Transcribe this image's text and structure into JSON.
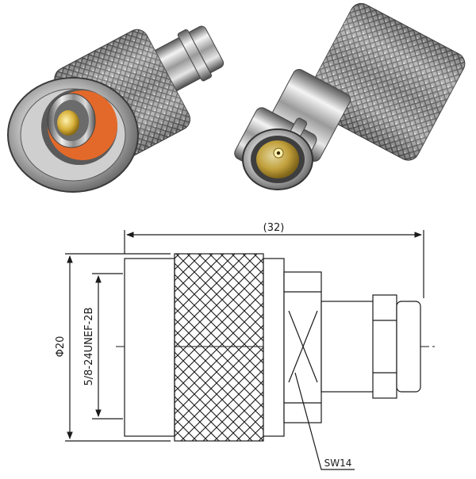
{
  "photos": [
    {
      "view": "N male plug end with inner pin"
    },
    {
      "view": "BNC female jack end"
    }
  ],
  "drawing": {
    "overall_length": "(32)",
    "outer_diameter": "Φ20",
    "thread_spec": "5/8-24UNEF-2B",
    "wrench_size": "SW14"
  },
  "colors": {
    "metal_light": "#e8e8e8",
    "metal_dark": "#6a6a6a",
    "gold": "#d9b23c",
    "insulator": "#e3692a",
    "line": "#1a1a1a"
  }
}
